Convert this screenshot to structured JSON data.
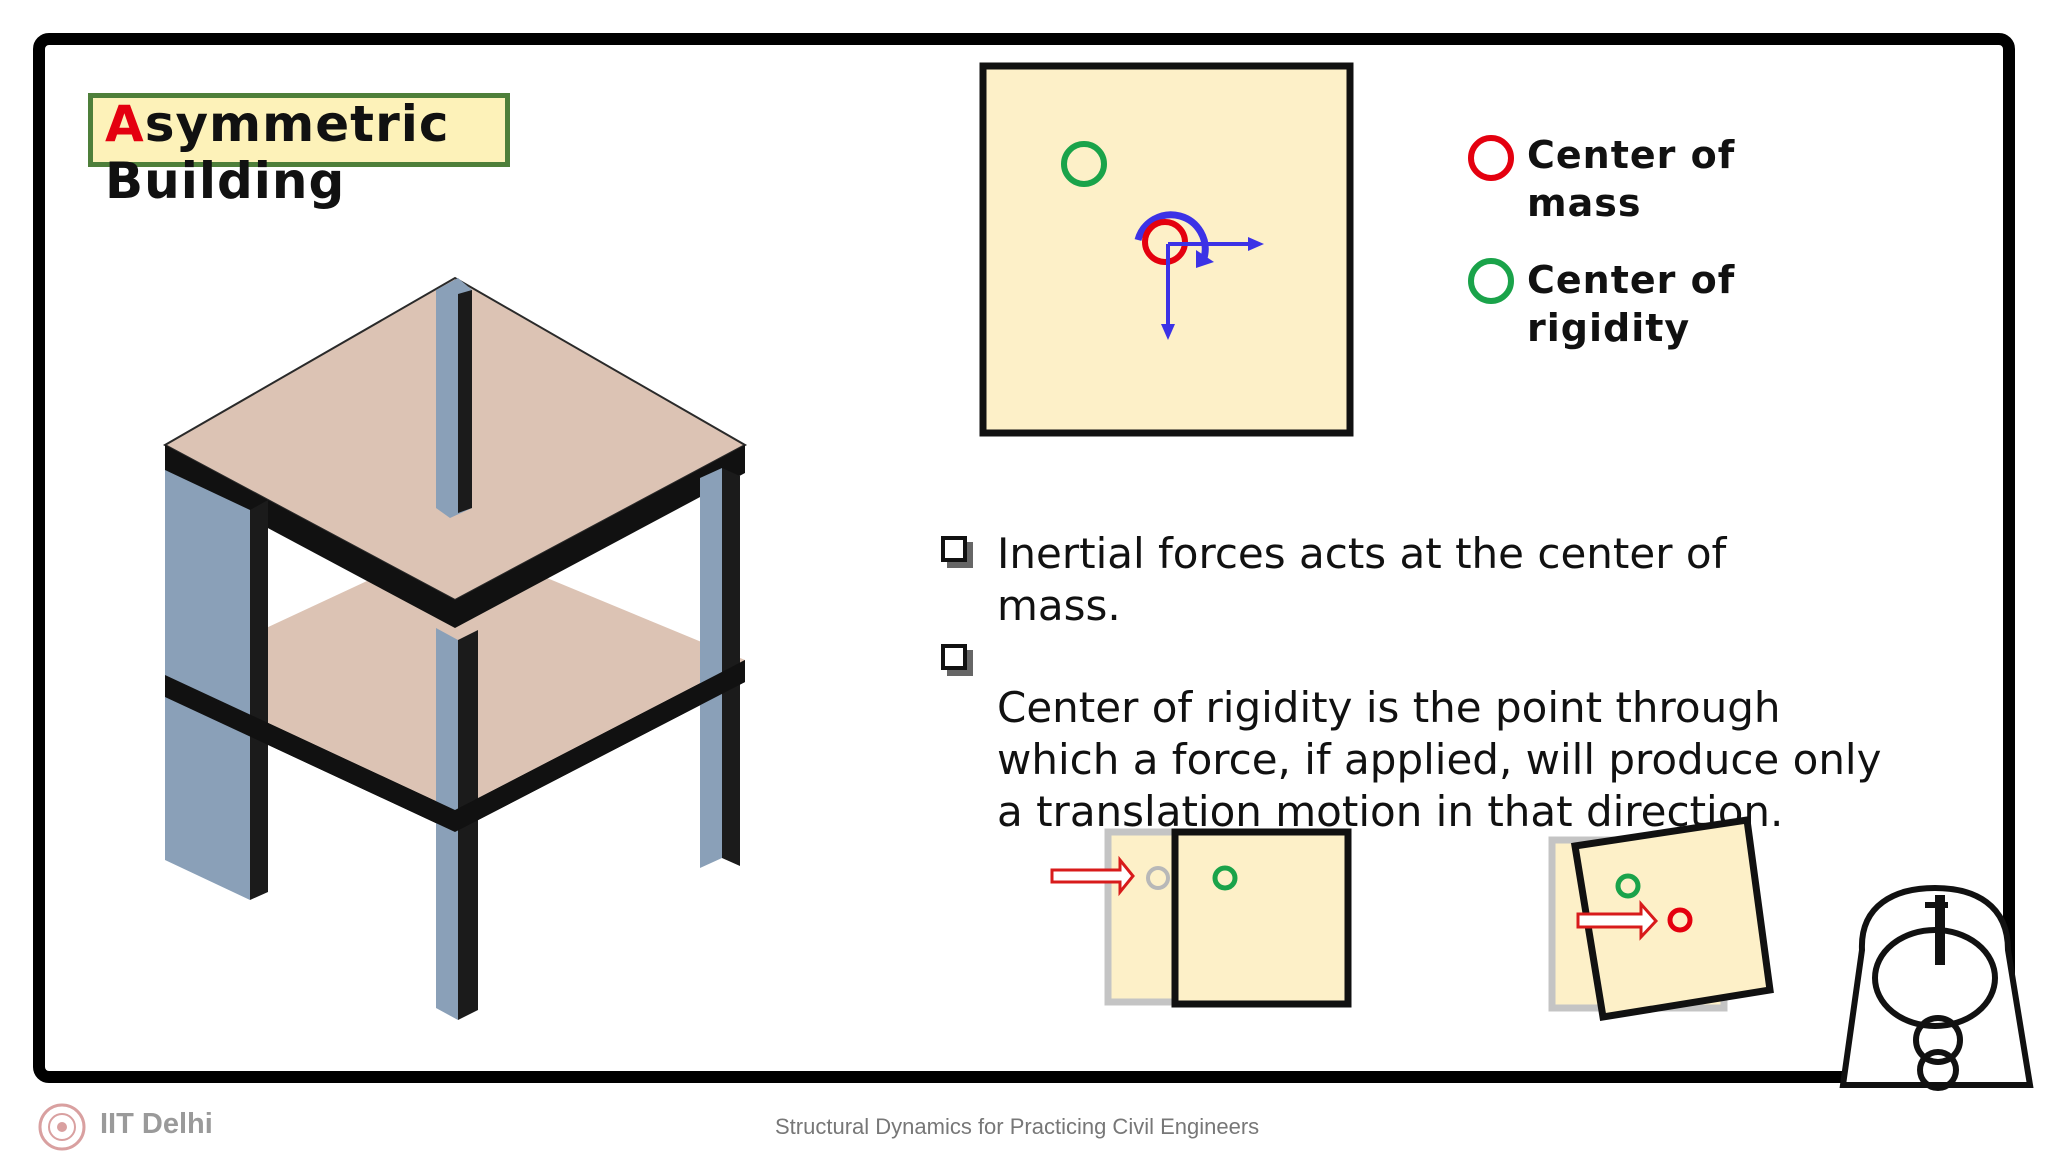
{
  "title": {
    "first_letter": "A",
    "rest_line1": "symmetric",
    "line2": "Building"
  },
  "legend": {
    "mass_label": [
      "Center of",
      "mass"
    ],
    "rigidity_label": [
      "Center of",
      "rigidity"
    ]
  },
  "bullets": [
    {
      "lines": [
        "Inertial forces acts at the center of",
        "mass."
      ]
    },
    {
      "lines": [
        "Center of rigidity is the point through",
        "which a force, if applied, will produce only",
        "a translation motion in that direction."
      ]
    }
  ],
  "footer": {
    "logo_text": "IIT Delhi",
    "course_title": "Structural Dynamics for Practicing Civil Engineers"
  },
  "colors": {
    "center_of_mass": "#e4000f",
    "center_of_rigidity": "#1aa34a",
    "rotation_arrows": "#3c32e6",
    "floor_plan_fill": "#fdf0c8",
    "title_box_fill": "#fdf2b9",
    "title_box_border": "#4e7f3a",
    "slab_fill": "#dcc3b4",
    "column_fill": "#8aa0b8"
  },
  "icons": {
    "page_icon": "pencil-in-jar-icon",
    "logo": "iit-delhi-seal-icon",
    "bullet": "square-bullet-icon"
  }
}
